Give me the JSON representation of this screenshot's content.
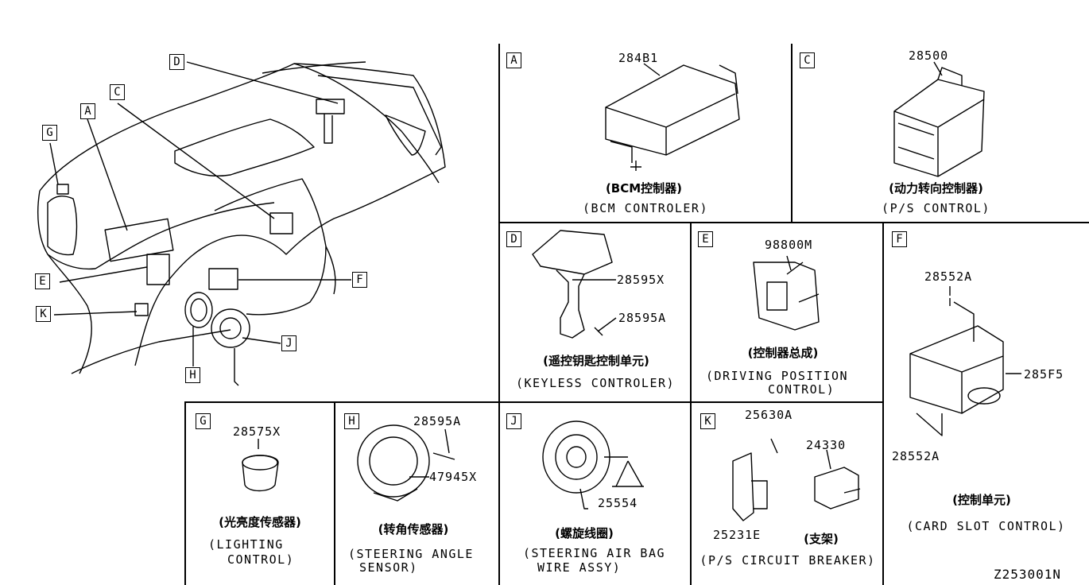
{
  "overview_letters": {
    "D": "D",
    "C": "C",
    "A": "A",
    "G": "G",
    "E": "E",
    "F": "F",
    "K": "K",
    "J": "J",
    "H": "H"
  },
  "panels": {
    "A": {
      "letter": "A",
      "part": "284B1",
      "zh": "(BCM控制器)",
      "en": "(BCM CONTROLER)"
    },
    "C": {
      "letter": "C",
      "part": "28500",
      "zh": "(动力转向控制器)",
      "en": "(P/S CONTROL)"
    },
    "D": {
      "letter": "D",
      "parts": [
        "28595X",
        "28595A"
      ],
      "zh": "(遥控钥匙控制单元)",
      "en": "(KEYLESS CONTROLER)"
    },
    "E": {
      "letter": "E",
      "part": "98800M",
      "zh": "(控制器总成)",
      "en_lines": [
        "(DRIVING POSITION",
        "CONTROL)"
      ]
    },
    "F": {
      "letter": "F",
      "parts": [
        "28552A",
        "285F5",
        "28552A"
      ],
      "zh": "(控制单元)",
      "en": "(CARD SLOT CONTROL)"
    },
    "G": {
      "letter": "G",
      "part": "28575X",
      "zh": "(光亮度传感器)",
      "en_lines": [
        "(LIGHTING",
        "CONTROL)"
      ]
    },
    "H": {
      "letter": "H",
      "parts": [
        "28595A",
        "47945X"
      ],
      "zh": "(转角传感器)",
      "en_lines": [
        "(STEERING ANGLE",
        "SENSOR)"
      ]
    },
    "J": {
      "letter": "J",
      "part": "25554",
      "zh": "(螺旋线圈)",
      "en_lines": [
        "(STEERING AIR BAG",
        "WIRE ASSY)"
      ]
    },
    "K": {
      "letter": "K",
      "parts": [
        "25630A",
        "24330",
        "25231E"
      ],
      "zh": "(支架)",
      "en": "(P/S CIRCUIT BREAKER)"
    }
  },
  "diagram_id": "Z253001N"
}
